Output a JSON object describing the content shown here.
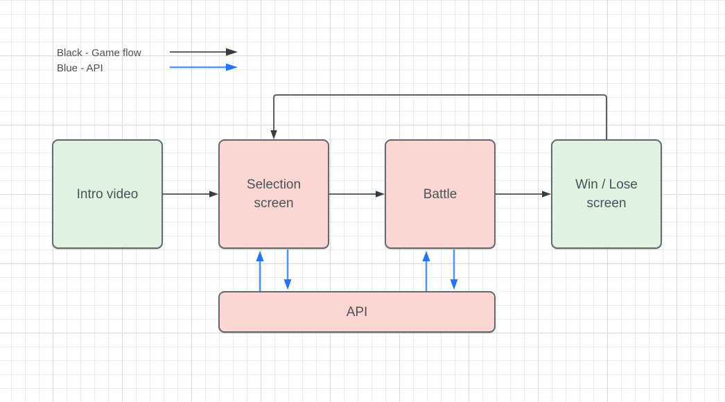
{
  "legend": {
    "items": [
      {
        "label": "Black - Game flow",
        "arrow": "black-arrow"
      },
      {
        "label": "Blue - API",
        "arrow": "blue-arrow"
      }
    ]
  },
  "nodes": {
    "intro": {
      "label": "Intro video",
      "kind": "game-screen"
    },
    "selection": {
      "label": "Selection screen",
      "kind": "game-screen"
    },
    "battle": {
      "label": "Battle",
      "kind": "game-screen"
    },
    "winlose": {
      "label": "Win / Lose screen",
      "kind": "game-screen"
    },
    "api": {
      "label": "API",
      "kind": "service"
    }
  },
  "edges": [
    {
      "from": "intro",
      "to": "selection",
      "type": "game-flow"
    },
    {
      "from": "selection",
      "to": "battle",
      "type": "game-flow"
    },
    {
      "from": "battle",
      "to": "winlose",
      "type": "game-flow"
    },
    {
      "from": "winlose",
      "to": "selection",
      "type": "game-flow"
    },
    {
      "from": "api",
      "to": "selection",
      "type": "api"
    },
    {
      "from": "selection",
      "to": "api",
      "type": "api"
    },
    {
      "from": "api",
      "to": "battle",
      "type": "api"
    },
    {
      "from": "battle",
      "to": "api",
      "type": "api"
    }
  ],
  "colors": {
    "green_fill": "#dff3e1",
    "pink_fill": "#fcd6d3",
    "node_border": "#63686c",
    "text": "#4b5157",
    "flow_line": "#5b6167",
    "flow_head": "#363c44",
    "api_line": "#4f95f7",
    "api_head": "#2474f5",
    "grid_minor": "#ececee",
    "grid_major": "#d9dadc"
  }
}
